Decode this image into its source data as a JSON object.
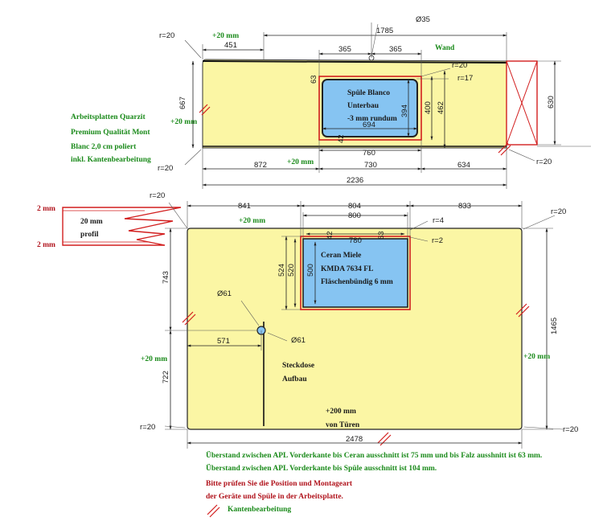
{
  "colors": {
    "top": "#fbf6a4",
    "cutout": "#86c4f2",
    "edge": "#d21e1e",
    "green": "#1a8a1a",
    "darkred": "#b0121b"
  },
  "upper": {
    "corner_tl": "r=20",
    "corner_bl": "r=20",
    "corner_br": "r=20",
    "plus_top": "+20 mm",
    "plus_left": "+20 mm",
    "plus_bottom": "+20 mm",
    "wall": "Wand",
    "dim_1785": "1785",
    "dim_451": "451",
    "dim_diameter": "Ø35",
    "dim_365a": "365",
    "dim_365b": "365",
    "dim_r20_sink": "r=20",
    "dim_r17": "r=17",
    "dim_667": "667",
    "dim_394": "394",
    "dim_400": "400",
    "dim_462": "462",
    "dim_630": "630",
    "dim_63": "63",
    "dim_694": "694",
    "dim_760": "760",
    "dim_42": "42",
    "dim_872": "872",
    "dim_730": "730",
    "dim_634": "634",
    "dim_2236": "2236",
    "sink_lines": [
      "Spüle Blanco",
      "Unterbau",
      "-3 mm rundum"
    ],
    "material_lines": [
      "Arbeitsplatten Quarzit",
      "Premium Qualität Mont",
      "Blanc 2,0 cm poliert",
      "inkl. Kantenbearbeitung"
    ]
  },
  "profile": {
    "thick_top": "2 mm",
    "thick_bottom": "2 mm",
    "lines": [
      "20 mm",
      "profil"
    ]
  },
  "lower": {
    "corner_tl": "r=20",
    "corner_tr": "r=20",
    "corner_bl": "r=20",
    "corner_br": "r=20",
    "plus_top": "+20 mm",
    "plus_left": "+20 mm",
    "plus_right": "+20 mm",
    "bottom_lines": [
      "+200 mm",
      "von Türen"
    ],
    "dim_841": "841",
    "dim_804": "804",
    "dim_833": "833",
    "dim_800": "800",
    "dim_r4": "r=4",
    "dim_r2": "r=2",
    "dim_780": "780",
    "dim_42": "42",
    "dim_63": "63",
    "dim_524": "524",
    "dim_520": "520",
    "dim_500": "500",
    "dim_743": "743",
    "dim_722": "722",
    "dim_1465": "1465",
    "dim_571": "571",
    "dim_d61a": "Ø61",
    "dim_d61b": "Ø61",
    "dim_2478": "2478",
    "cooktop_lines": [
      "Ceran Miele",
      "KMDA 7634 FL",
      "Fläschenbündig 6 mm"
    ],
    "socket_lines": [
      "Steckdose",
      "Aufbau"
    ]
  },
  "notes": {
    "line1": "Überstand zwischen APL Vorderkante bis Ceran ausschnitt ist 75 mm und bis Falz ausshnitt ist 63 mm.",
    "line2": "Überstand zwischen APL Vorderkante bis Spüle ausschnitt ist 104 mm.",
    "line3": "Bitte prüfen Sie die Position und Montageart",
    "line4": "der Geräte und Spüle in der Arbeitsplatte.",
    "legend": "Kantenbearbeitung"
  }
}
